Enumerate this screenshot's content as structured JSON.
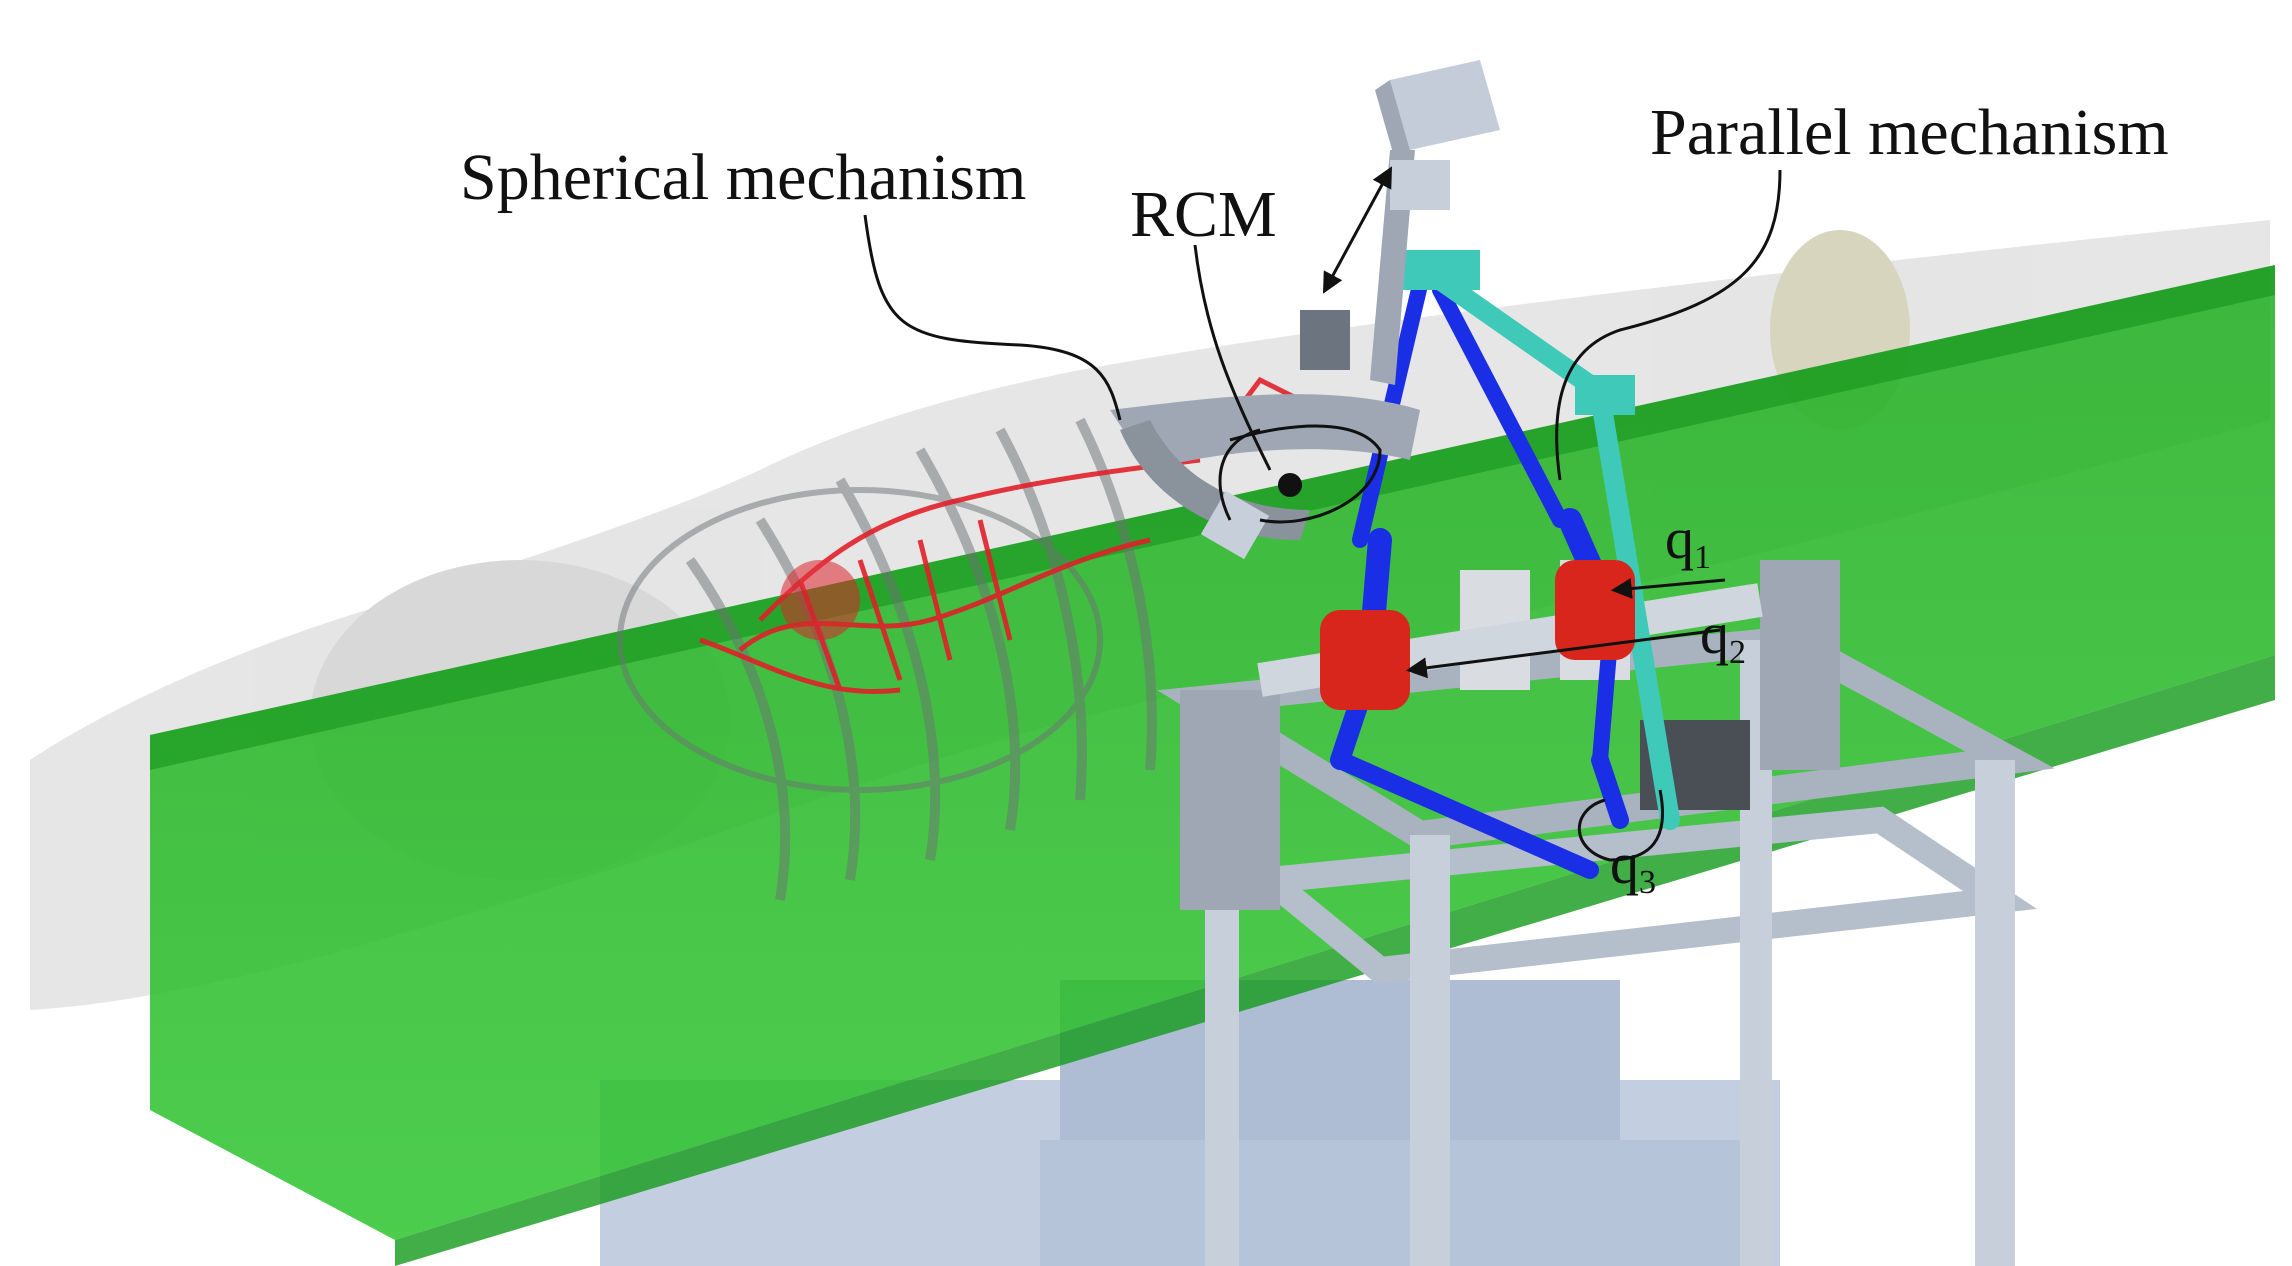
{
  "labels": {
    "spherical": "Spherical mechanism",
    "rcm": "RCM",
    "parallel": "Parallel mechanism",
    "q1_base": "q",
    "q1_sub": "1",
    "q2_base": "q",
    "q2_sub": "2",
    "q3_base": "q",
    "q3_sub": "3"
  },
  "colors": {
    "table_green": "#22b022",
    "patient_gray": "#c9cbc9",
    "vessels_red": "#e0202a",
    "link_blue": "#1a2ee6",
    "link_teal": "#3fc9b8",
    "joint_red": "#d8261c",
    "frame_gray": "#b7c0cc",
    "base_blue": "#b9c8dc"
  }
}
